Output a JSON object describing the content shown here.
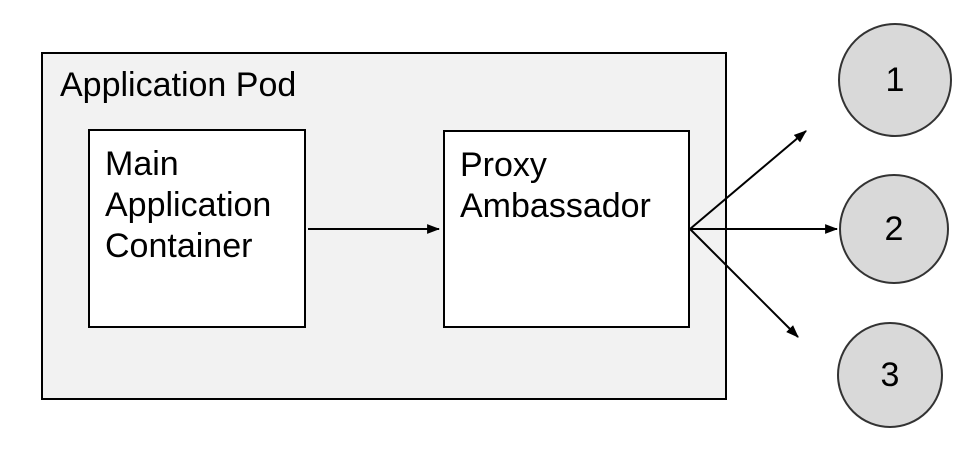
{
  "diagram": {
    "pod": {
      "label": "Application Pod"
    },
    "nodes": [
      {
        "id": "main-application-container",
        "label": "Main Application Container"
      },
      {
        "id": "proxy-ambassador",
        "label": "Proxy Ambassador"
      }
    ],
    "endpoints": [
      {
        "id": "endpoint-1",
        "label": "1"
      },
      {
        "id": "endpoint-2",
        "label": "2"
      },
      {
        "id": "endpoint-3",
        "label": "3"
      }
    ],
    "connections": [
      {
        "from": "main-application-container",
        "to": "proxy-ambassador"
      },
      {
        "from": "proxy-ambassador",
        "to": "endpoint-1"
      },
      {
        "from": "proxy-ambassador",
        "to": "endpoint-2"
      },
      {
        "from": "proxy-ambassador",
        "to": "endpoint-3"
      }
    ],
    "colors": {
      "canvas_bg": "#ffffff",
      "pod_fill": "#f2f2f2",
      "node_fill": "#ffffff",
      "endpoint_fill": "#d9d9d9",
      "stroke": "#000000"
    }
  }
}
